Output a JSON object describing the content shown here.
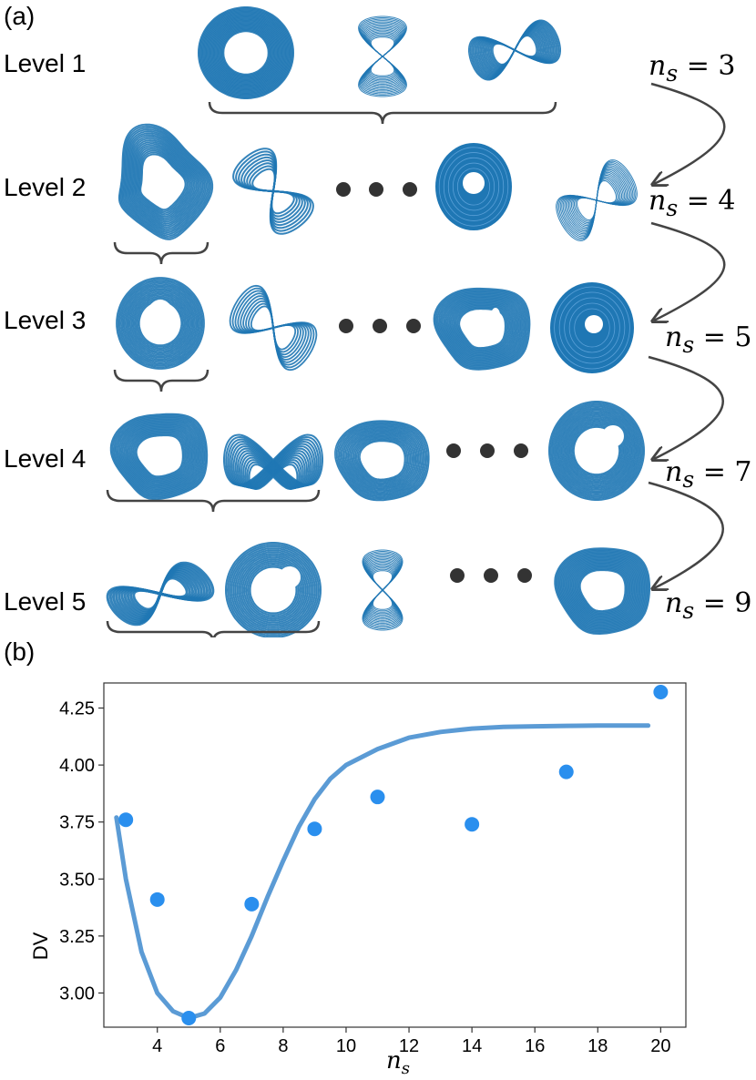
{
  "panel_a": {
    "tag": "(a)",
    "levels": [
      "Level 1",
      "Level 2",
      "Level 3",
      "Level 4",
      "Level 5"
    ],
    "ns_labels": [
      {
        "symbol": "n",
        "sub": "s",
        "eq": "= 3"
      },
      {
        "symbol": "n",
        "sub": "s",
        "eq": "= 4"
      },
      {
        "symbol": "n",
        "sub": "s",
        "eq": "= 5"
      },
      {
        "symbol": "n",
        "sub": "s",
        "eq": "= 7"
      },
      {
        "symbol": "n",
        "sub": "s",
        "eq": "= 9"
      }
    ],
    "attractor_color": "#1f77b4",
    "dot_color": "#333333"
  },
  "panel_b": {
    "tag": "(b)",
    "xlabel_symbol": "n",
    "xlabel_sub": "s"
  },
  "chart_data": {
    "type": "scatter",
    "xlim": [
      2.3,
      20.8
    ],
    "ylim": [
      2.85,
      4.36
    ],
    "xticks": [
      4,
      6,
      8,
      10,
      12,
      14,
      16,
      18,
      20
    ],
    "yticks": [
      3.0,
      3.25,
      3.5,
      3.75,
      4.0,
      4.25
    ],
    "ylabel": "DV",
    "grid": false,
    "series": [
      {
        "kind": "points",
        "color": "#2a8fee",
        "x": [
          3,
          4,
          5,
          7,
          9,
          11,
          14,
          17,
          20
        ],
        "y": [
          3.76,
          3.41,
          2.89,
          3.39,
          3.72,
          3.86,
          3.74,
          3.97,
          4.32
        ]
      },
      {
        "kind": "fit-curve",
        "color": "#5b9bd5",
        "x": [
          2.7,
          3.0,
          3.5,
          4.0,
          4.5,
          5.0,
          5.5,
          6.0,
          6.5,
          7.0,
          7.5,
          8.0,
          8.5,
          9.0,
          9.5,
          10.0,
          11.0,
          12.0,
          13.0,
          14.0,
          15.0,
          16.0,
          17.0,
          18.0,
          19.0,
          19.6
        ],
        "y": [
          3.77,
          3.5,
          3.18,
          3.0,
          2.92,
          2.89,
          2.91,
          2.98,
          3.1,
          3.25,
          3.42,
          3.58,
          3.73,
          3.85,
          3.94,
          4.0,
          4.07,
          4.12,
          4.145,
          4.16,
          4.167,
          4.17,
          4.172,
          4.173,
          4.173,
          4.173
        ]
      }
    ]
  }
}
